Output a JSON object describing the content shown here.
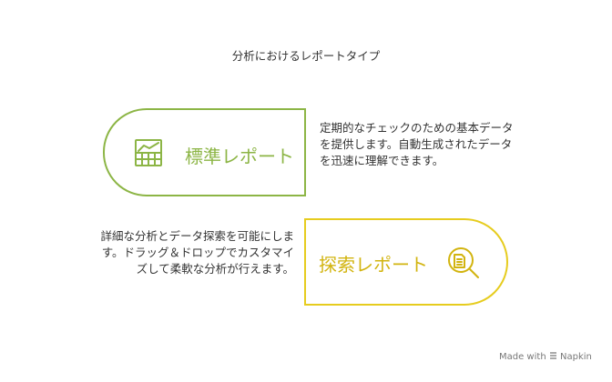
{
  "title": "分析におけるレポートタイプ",
  "cards": {
    "standard": {
      "label": "標準レポート",
      "color": "#8cb545",
      "icon": "spreadsheet-chart-icon",
      "description": "定期的なチェックのための基本データを提供します。自動生成されたデータを迅速に理解できます。"
    },
    "explore": {
      "label": "探索レポート",
      "color": "#e6cc1e",
      "icon": "magnifying-glass-document-icon",
      "description": "詳細な分析とデータ探索を可能にします。ドラッグ＆ドロップでカスタマイズして柔軟な分析が行えます。"
    }
  },
  "credit": {
    "prefix": "Made with",
    "brand": "Napkin"
  }
}
